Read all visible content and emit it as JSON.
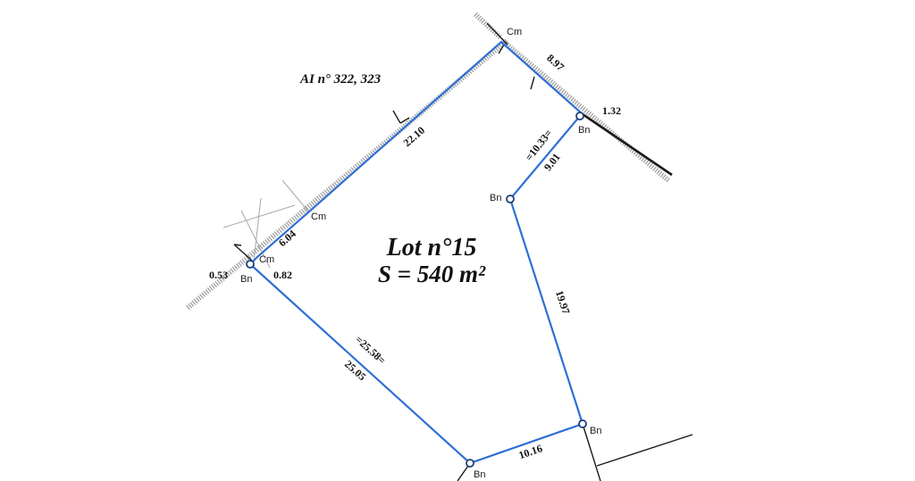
{
  "parcel_ref": "AI  n° 322, 323",
  "lot": {
    "title": "Lot n°15",
    "area": "S = 540 m²"
  },
  "points": {
    "cm_top": "Cm",
    "cm_mid": "Cm",
    "cm_left": "Cm",
    "bn_left": "Bn",
    "bn_topright": "Bn",
    "bn_inner": "Bn",
    "bn_right": "Bn",
    "bn_bottom": "Bn"
  },
  "dimensions": {
    "d_22_10": "22.10",
    "d_8_97": "8.97",
    "d_1_32": "1.32",
    "d_10_33": "=10.33=",
    "d_9_01": "9.01",
    "d_6_04": "6.04",
    "d_0_53": "0.53",
    "d_0_82": "0.82",
    "d_19_97": "19.97",
    "d_25_58": "=25.58=",
    "d_25_05": "25.05",
    "d_10_16": "10.16"
  }
}
